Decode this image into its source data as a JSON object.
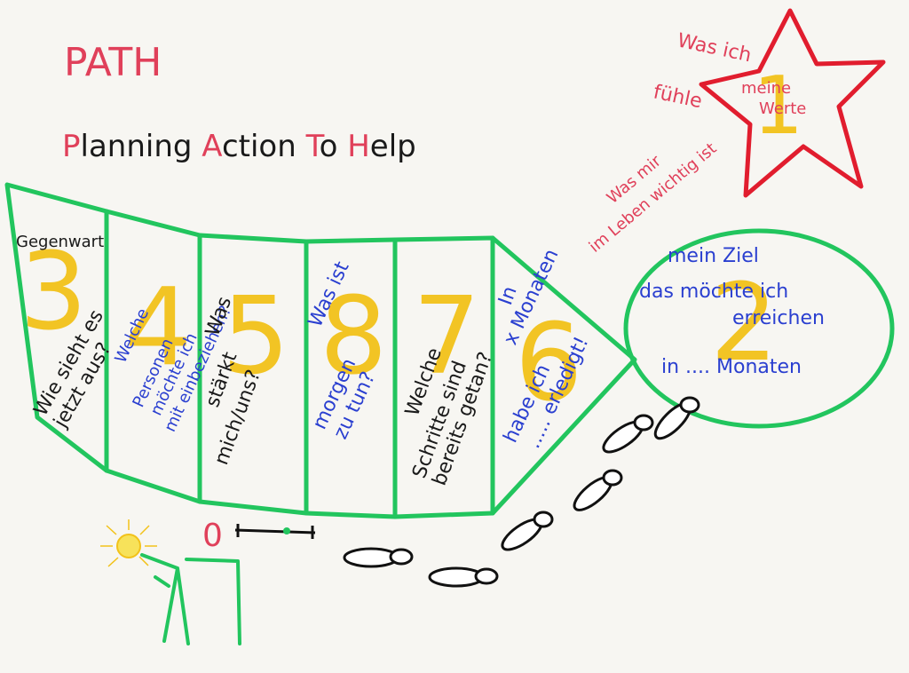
{
  "title": {
    "acronym": "PATH",
    "expansion": [
      "P",
      "lanning ",
      "A",
      "ction ",
      "T",
      "o ",
      "H",
      "elp"
    ]
  },
  "segments": [
    {
      "number": "3",
      "header": "Gegenwart",
      "lines": [
        "Wie sieht es",
        "jetzt aus?"
      ],
      "color": "#1a1a1a"
    },
    {
      "number": "4",
      "header": "",
      "lines": [
        "Welche",
        "Personen",
        "möchte ich",
        "mit einbeziehen?"
      ],
      "color": "#2a3fd0"
    },
    {
      "number": "5",
      "header": "",
      "lines": [
        "Was",
        "stärkt",
        "mich/uns?"
      ],
      "color": "#1a1a1a"
    },
    {
      "number": "8",
      "header": "",
      "lines": [
        "Was ist",
        "morgen",
        "zu tun?"
      ],
      "color": "#2a3fd0"
    },
    {
      "number": "7",
      "header": "",
      "lines": [
        "Welche",
        "Schritte sind",
        "bereits getan?"
      ],
      "color": "#1a1a1a"
    },
    {
      "number": "6",
      "header": "",
      "lines": [
        "In",
        "x Monaten",
        "habe ich",
        "..... erledigt!"
      ],
      "color": "#2a3fd0"
    }
  ],
  "goal": {
    "number": "2",
    "line1": "mein Ziel",
    "line2": "das möchte ich",
    "line3": "erreichen",
    "line4": "in .... Monaten"
  },
  "values": {
    "number": "1",
    "star_text": [
      "meine",
      "Werte"
    ],
    "outside_top": [
      "Was ich",
      "fühle"
    ],
    "outside_diag": [
      "Was mir",
      "im Leben wichtig ist"
    ]
  },
  "start": {
    "number": "0"
  }
}
